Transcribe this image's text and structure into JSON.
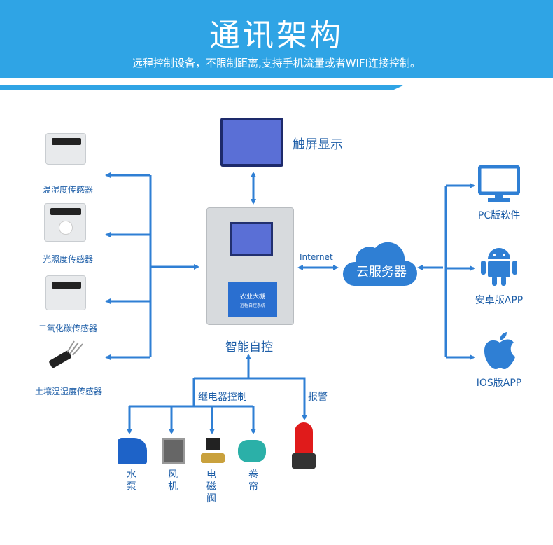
{
  "header": {
    "title": "通讯架构",
    "subtitle": "远程控制设备，不限制距离,支持手机流量或者WIFI连接控制。"
  },
  "sensors": [
    {
      "label": "温湿度传感器",
      "icon": "temperature-humidity-sensor-icon"
    },
    {
      "label": "光照度传感器",
      "icon": "light-sensor-icon"
    },
    {
      "label": "二氧化碳传感器",
      "icon": "co2-sensor-icon"
    },
    {
      "label": "土壤温湿度传感器",
      "icon": "soil-sensor-icon"
    }
  ],
  "touchscreen": {
    "label": "触屏显示"
  },
  "controller": {
    "label": "智能自控",
    "panel_line1": "农业大棚",
    "panel_line2": "远程自控系统"
  },
  "network": {
    "internet_label": "Internet",
    "cloud_label": "云服务器"
  },
  "clients": [
    {
      "label": "PC版软件",
      "icon": "desktop-monitor-icon"
    },
    {
      "label": "安卓版APP",
      "icon": "android-icon"
    },
    {
      "label": "IOS版APP",
      "icon": "apple-icon"
    }
  ],
  "outputs": {
    "relay_label": "继电器控制",
    "alarm_label": "报警",
    "devices": [
      {
        "label": "水泵",
        "icon": "water-pump-icon"
      },
      {
        "label": "风机",
        "icon": "fan-icon"
      },
      {
        "label": "电磁阀",
        "icon": "solenoid-valve-icon"
      },
      {
        "label": "卷帘",
        "icon": "roller-motor-icon"
      }
    ]
  },
  "colors": {
    "header": "#2fa4e5",
    "line": "#2f7fd4",
    "text": "#1f5fa8"
  }
}
